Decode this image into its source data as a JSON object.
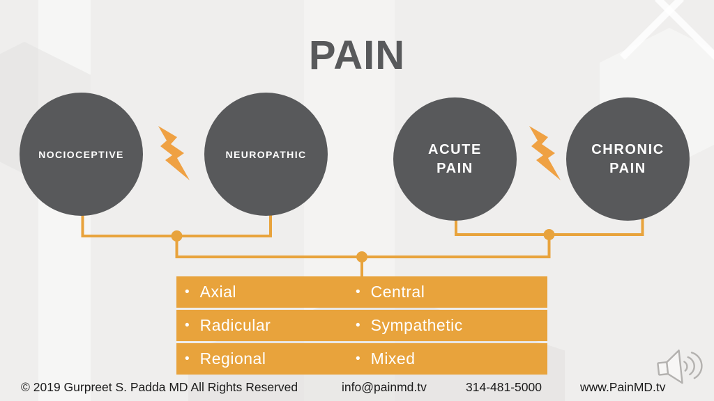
{
  "slide": {
    "title": "PAIN",
    "nodes": [
      {
        "label": "NOCIOCEPTIVE",
        "label2": ""
      },
      {
        "label": "NEUROPATHIC",
        "label2": ""
      },
      {
        "label": "ACUTE",
        "label2": "PAIN"
      },
      {
        "label": "CHRONIC",
        "label2": "PAIN"
      }
    ],
    "table": {
      "bullet": "•",
      "rows": [
        {
          "col1": "Axial",
          "col2": "Central"
        },
        {
          "col1": "Radicular",
          "col2": "Sympathetic"
        },
        {
          "col1": "Regional",
          "col2": "Mixed"
        }
      ]
    },
    "footer": {
      "copyright": "© 2019 Gurpreet S. Padda MD All Rights Reserved",
      "email": "info@painmd.tv",
      "phone": "314-481-5000",
      "website": "www.PainMD.tv"
    },
    "colors": {
      "accent_orange": "#E8A33C",
      "bolt_orange": "#EFA143",
      "circle_gray": "#58595B",
      "title_gray": "#58595B",
      "background": "#EFEEED",
      "table_text": "#FFFFFF"
    },
    "icons": {
      "bolt": "lightning-bolt-icon",
      "speaker": "speaker-icon"
    }
  }
}
